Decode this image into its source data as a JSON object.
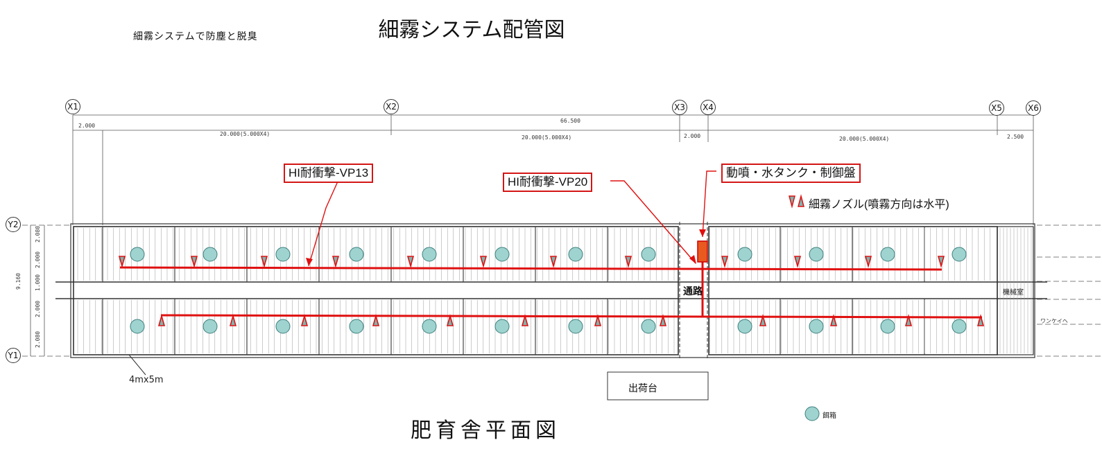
{
  "title": "細霧システム配管図",
  "subtitle": "細霧システムで防塵と脱臭",
  "plan_title": "肥育舎平面図",
  "grid_x": [
    "X1",
    "X2",
    "X3",
    "X4",
    "X5",
    "X6"
  ],
  "grid_y": [
    "Y2",
    "Y1"
  ],
  "dimensions": {
    "total": "66.500",
    "first": "2.000",
    "bay_1": "20.000(5.000X4)",
    "gap": "2.000",
    "bay_2": "20.000(5.000X4)",
    "bay_3": "20.000(5.000X4)",
    "last": "2.500",
    "height_total": "9.160",
    "rows": [
      "2.080",
      "2.000",
      "1.000",
      "2.000",
      "2.080"
    ]
  },
  "callouts": {
    "pipe_vp13": "HI耐衝撃-VP13",
    "pipe_vp20": "HI耐衝撃-VP20",
    "pump_unit": "動噴・水タンク・制御盤"
  },
  "legend": {
    "nozzle": "細霧ノズル(噴霧方向は水平)",
    "feeder": "餌箱"
  },
  "labels": {
    "pen_size": "4mx5m",
    "shipping": "出荷台",
    "passage": "通路",
    "machine_room": "機械室",
    "wankei": "ワンケイヘ"
  },
  "colors": {
    "pipe": "#e01010",
    "nozzle_fill": "#7fb3ae",
    "feeder_fill": "#9fd3d0",
    "line": "#333333"
  }
}
